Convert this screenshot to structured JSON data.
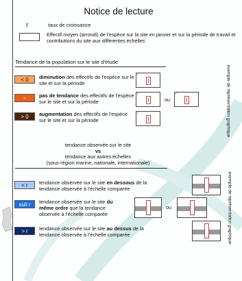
{
  "title": "Notice de lecture",
  "legend": {
    "r_symbol": "r",
    "r_text": "taux de croissance",
    "box_text": "Effectif moyen (arrondi) de l'espèce sur la site en janvier et sur la période de travail et contributions du site aux différentes échelles"
  },
  "section1": {
    "title": "Tendance de la population sur le site d'étude",
    "rows": [
      {
        "badge": "< 0",
        "badge_color": "#f5a35a",
        "badge_text_color": "#111",
        "bold": "diminution",
        "rest": " des effectifs de l'espèce sur le site et sur la période"
      },
      {
        "badge": "~",
        "badge_color": "#e8621c",
        "badge_text_color": "#fff",
        "bold": "pas de tendance",
        "rest": " des effectifs de l'espèce sur le site et sur la période"
      },
      {
        "badge": "> 0",
        "badge_color": "#4a2510",
        "badge_text_color": "#fff",
        "bold": "augmentation",
        "rest": " des effectifs de l'espèce sur le site et sur la période"
      }
    ],
    "ou_label": "ou",
    "side_label": "exemple de représentation graphique"
  },
  "vs": {
    "line1": "tendance observée sur le site",
    "line2": "vs",
    "line3": "tendance aux autres échelles",
    "line4": "(sous-région marine, nationale, internationale)"
  },
  "section2": {
    "rows": [
      {
        "badge": "< r",
        "badge_color": "#a8c8f0",
        "badge_text_color": "#111",
        "pre": "tendance observée sur le site ",
        "bold": "en dessous",
        "post": " de la tendance observée à l'échelle comparée"
      },
      {
        "badge": "suit r",
        "badge_color": "#1e6fe0",
        "badge_text_color": "#fff",
        "pre": "tendance observée sur le site ",
        "bold": "du même ordre",
        "post": " que la tendance observée à l'échelle comparée"
      },
      {
        "badge": "> r",
        "badge_color": "#0d2a66",
        "badge_text_color": "#fff",
        "pre": "tendance observée sur le site ",
        "bold": "au dessus",
        "post": " de la tendance observée à l'échelle comparée"
      }
    ],
    "ou_label": "ou",
    "side_label": "exemple de représentation graphique"
  },
  "colors": {
    "arc": "#cfe6e6",
    "border": "#444444"
  }
}
